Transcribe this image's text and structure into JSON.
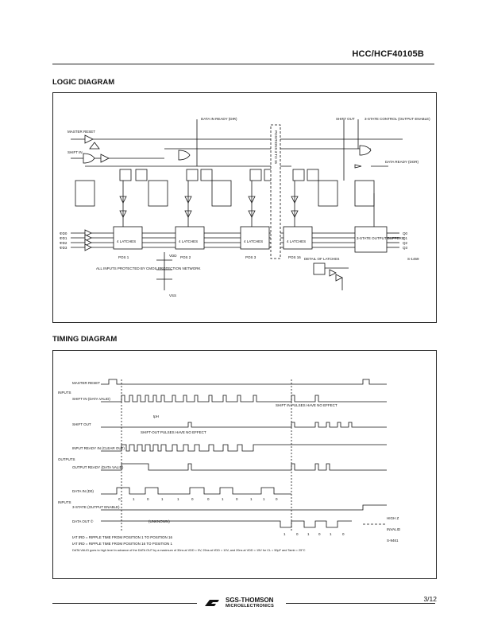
{
  "header": {
    "part_number": "HCC/HCF40105B"
  },
  "logic_diagram": {
    "title": "LOGIC DIAGRAM",
    "labels": {
      "master_reset": "MASTER RESET",
      "shift_in": "SHIFT IN",
      "data_in_ready": "DATA IN READY (DIR)",
      "shift_out": "SHIFT OUT",
      "three_state_control": "3-STATE CONTROL (OUTPUT ENABLE)",
      "data_ready": "DATA READY (DOR)",
      "positions": "POSITIONS 3 TO 15",
      "detail_of_latches": "DETAIL OF LATCHES",
      "protection_note": "ALL INPUTS PROTECTED BY CMOS PROTECTION NETWORK",
      "vss": "VSS",
      "vdd": "VDD",
      "ref_code": "S-1469"
    },
    "inputs": [
      "ΦD0",
      "ΦD1",
      "ΦD2",
      "ΦD3"
    ],
    "outputs": [
      "Q0",
      "Q1",
      "Q2",
      "Q3"
    ],
    "positions": [
      "POS 1",
      "POS 2",
      "POS 3",
      "POS 16"
    ],
    "latch_label": "4 LATCHES",
    "output_buffers": "3-STATE OUTPUT BUFFERS"
  },
  "timing_diagram": {
    "title": "TIMING DIAGRAM",
    "group_labels": {
      "inputs": "INPUTS",
      "outputs": "OUTPUTS",
      "inputs2": "INPUTS"
    },
    "signals": [
      "MASTER RESET",
      "SHIFT IN (DATA VALID)",
      "SHIFT OUT",
      "INPUT READY IN (CLEAR OUT)",
      "OUTPUT READY (DATA VALID)",
      "DATA IN (D0)",
      "3-STATE (OUTPUT ENABLE)",
      "DATA OUT ©"
    ],
    "annotations": {
      "shift_out_pulses": "SHIFT-OUT PULSES HAVE NO EFFECT",
      "shift_in_pulses": "SHIFT IN PULSES HAVE NO EFFECT",
      "tph": "tpH",
      "unknown": "(UNKNOWN)",
      "high_z": "HIGH Z",
      "invalid": "INVALID"
    },
    "data_bits": [
      "0",
      "1",
      "0",
      "1",
      "1",
      "0",
      "0",
      "1",
      "0",
      "1",
      "1",
      "0"
    ],
    "data_out_bits": [
      "1",
      "0",
      "1",
      "0",
      "1",
      "0"
    ],
    "notes": [
      "tAT tRD = RIPPLE TIME FROM POSITION 1 TO POSITION 16",
      "tAT tRD = RIPPLE TIME FROM POSITION 16 TO POSITION 1",
      "DATA VALID goes to high level in advance of the DATA OUT by a maximum of 30ns at VDD = 5V, 25ns at VDD = 10V, and 20ns at VDD = 15V for CL = 50pF and Tamb = 25°C"
    ],
    "ref_code": "S-9461"
  },
  "footer": {
    "company": "SGS-THOMSON",
    "subtitle": "MICROELECTRONICS",
    "page": "3/12"
  }
}
